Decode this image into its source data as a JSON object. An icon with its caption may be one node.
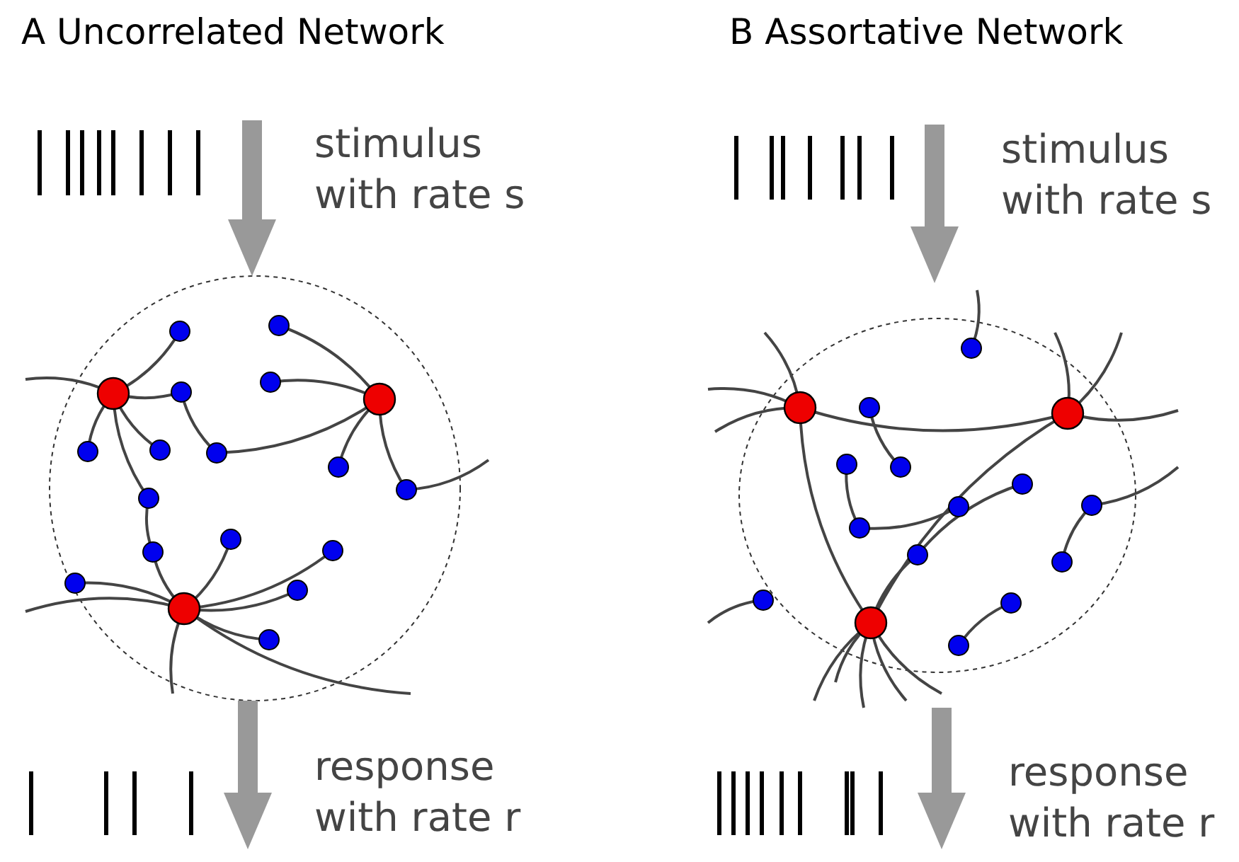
{
  "diagram": {
    "nodes": [
      {
        "text": [],
        "shape": "picture"
      },
      {
        "text": [],
        "shape": "picture"
      }
    ],
    "edges": [
      {
        "from": null,
        "to": 0,
        "arrow": "to"
      },
      {
        "from": 0,
        "to": null,
        "arrow": "to"
      },
      {
        "from": null,
        "to": 1,
        "arrow": "to"
      },
      {
        "from": 1,
        "to": null,
        "arrow": "to"
      }
    ],
    "labels": [
      "A Uncorrelated Network",
      "stimulus with rate s",
      "response with rate r",
      "B Assortative Network",
      "stimulus with rate s",
      "response with rate r"
    ]
  }
}
